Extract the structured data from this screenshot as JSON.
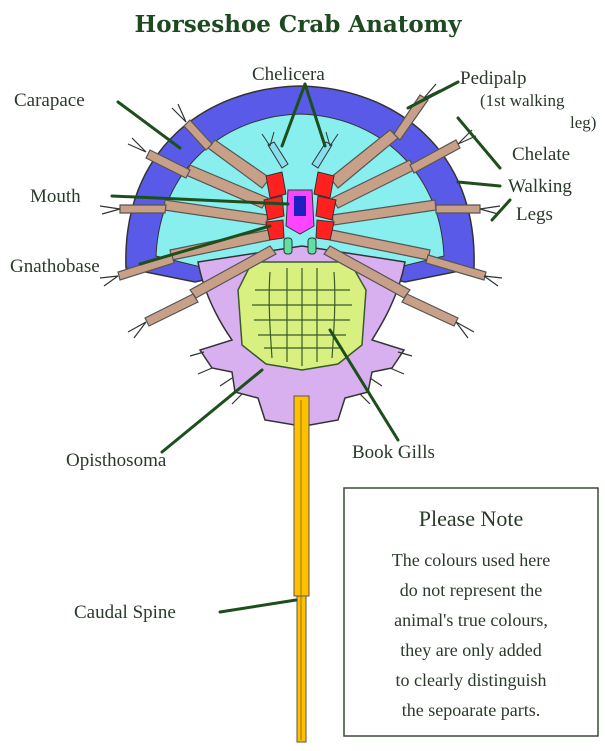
{
  "title": "Horseshoe Crab Anatomy",
  "labels": {
    "chelicera": "Chelicera",
    "pedipalp_1": "Pedipalp",
    "pedipalp_2": "(1st walking",
    "pedipalp_3": "leg)",
    "carapace": "Carapace",
    "chelate": "Chelate",
    "walking": "Walking",
    "legs": "Legs",
    "mouth": "Mouth",
    "gnathobase": "Gnathobase",
    "opisthosoma": "Opisthosoma",
    "book_gills": "Book Gills",
    "caudal_spine": "Caudal Spine"
  },
  "note": {
    "title": "Please Note",
    "lines": [
      "The colours used here",
      "do not represent the",
      "animal's true colours,",
      "they are only added",
      "to clearly distinguish",
      "the sepoarate parts."
    ]
  },
  "colors": {
    "carapace_outer": "#5a5ae8",
    "carapace_inner": "#88eeee",
    "legs": "#c8a088",
    "chelicerae_red": "#ff2020",
    "mouth": "#ff44ff",
    "opisthosoma_outer": "#d8b0f0",
    "book_gills": "#d8f080",
    "caudal_spine": "#ffc000",
    "pointer": "#1d4f1d",
    "title": "#1e4a22"
  }
}
